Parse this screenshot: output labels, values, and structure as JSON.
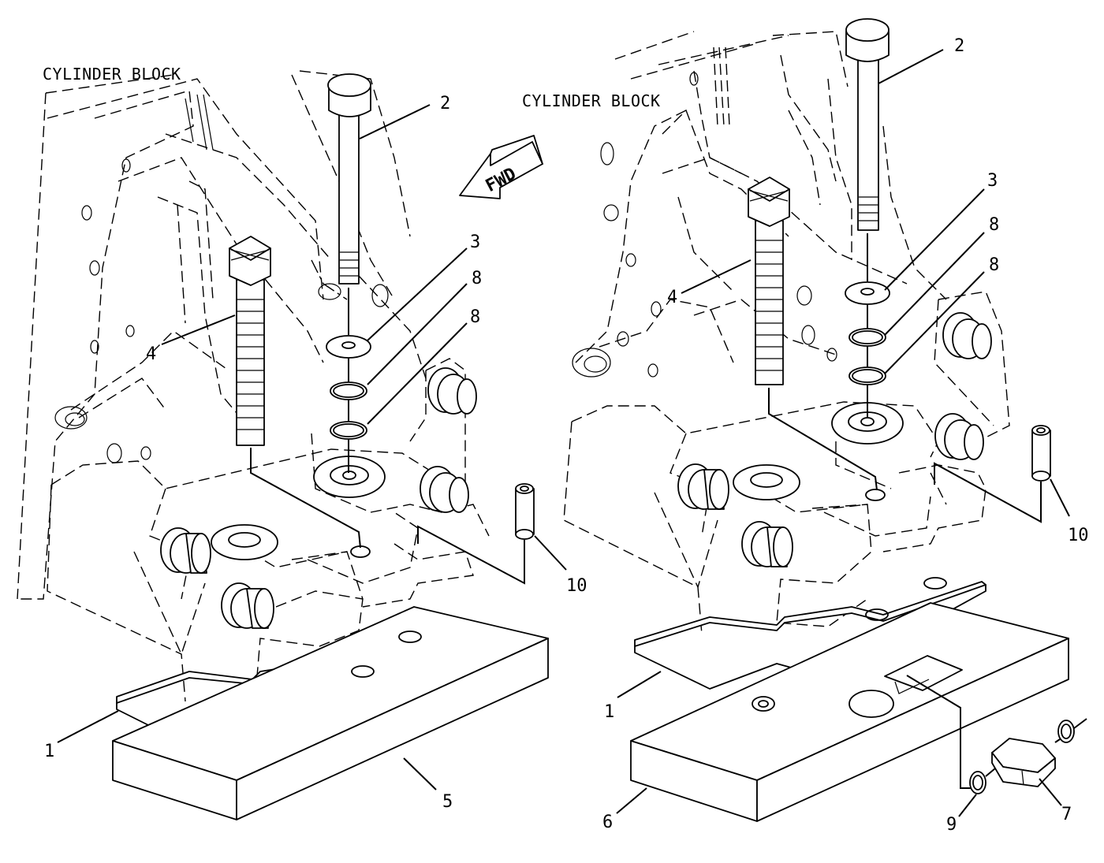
{
  "views": [
    {
      "title": "CYLINDER BLOCK",
      "callouts": {
        "c1": "1",
        "c2": "2",
        "c3": "3",
        "c4": "4",
        "c5": "5",
        "c8a": "8",
        "c8b": "8",
        "c10": "10"
      }
    },
    {
      "title": "CYLINDER BLOCK",
      "callouts": {
        "c1": "1",
        "c2": "2",
        "c3": "3",
        "c4": "4",
        "c6": "6",
        "c7": "7",
        "c8a": "8",
        "c8b": "8",
        "c9": "9",
        "c10": "10"
      }
    }
  ],
  "direction_arrow": "FWD"
}
